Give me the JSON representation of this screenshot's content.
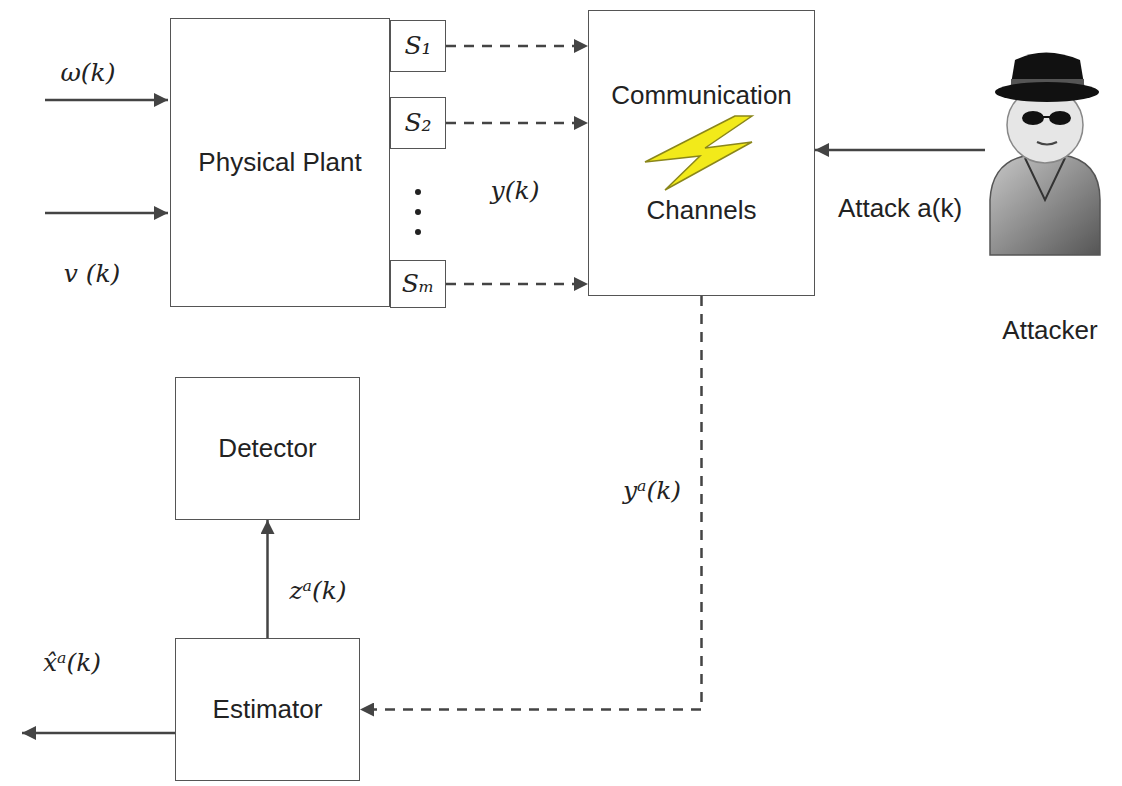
{
  "diagram": {
    "nodes": [
      {
        "text": [
          "Physical Plant"
        ]
      },
      {
        "text": [
          "S₁"
        ]
      },
      {
        "text": [
          "S₂"
        ]
      },
      {
        "text": [
          "Sₘ"
        ]
      },
      {
        "text": [
          "Communication Channels"
        ]
      },
      {
        "text": [
          "Attacker"
        ]
      },
      {
        "text": [
          "Detector"
        ]
      },
      {
        "text": [
          "Estimator"
        ]
      }
    ],
    "edges": [
      {
        "from": 1,
        "to": 4,
        "arrow": "to"
      },
      {
        "from": 2,
        "to": 4,
        "arrow": "to"
      },
      {
        "from": 3,
        "to": 4,
        "arrow": "to"
      },
      {
        "from": 5,
        "to": 4,
        "label": "Attack a(k)",
        "arrow": "to"
      },
      {
        "from": 4,
        "to": 7,
        "label": "yᵃ(k)",
        "arrow": "to"
      },
      {
        "from": 7,
        "to": 6,
        "label": "zᵃ(k)",
        "arrow": "to"
      }
    ],
    "labels": [
      "ω(k)",
      "v (k)",
      "y(k)",
      "x̂ᵃ(k)"
    ]
  }
}
